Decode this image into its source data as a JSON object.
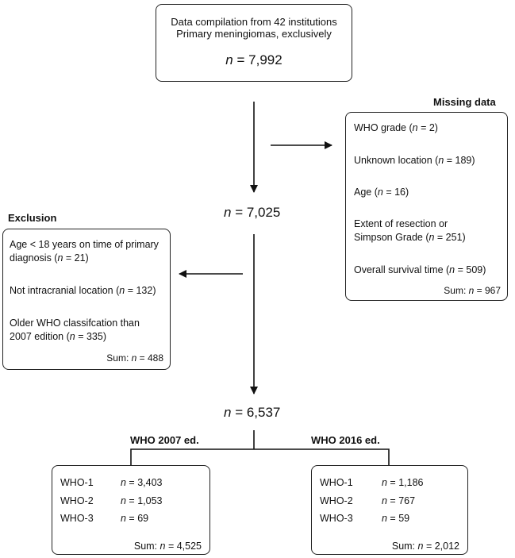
{
  "top": {
    "line1": "Data compilation from 42 institutions",
    "line2": "Primary meningiomas, exclusively",
    "n_label": "n",
    "n_value": " = 7,992"
  },
  "missing": {
    "heading": "Missing data",
    "items": [
      {
        "pre": "WHO grade (",
        "n": "n",
        "post": " = 2)"
      },
      {
        "pre": "Unknown location (",
        "n": "n",
        "post": " = 189)"
      },
      {
        "pre": "Age (",
        "n": "n",
        "post": " = 16)"
      },
      {
        "pre": "Extent of resection or",
        "n": "",
        "post": ""
      },
      {
        "pre": "Simpson Grade (",
        "n": "n",
        "post": " = 251)"
      },
      {
        "pre": "Overall survival time (",
        "n": "n",
        "post": " = 509)"
      }
    ],
    "sum": "Sum: n = 967"
  },
  "middle": {
    "n_label": "n",
    "n_value": " = 7,025"
  },
  "exclusion": {
    "heading": "Exclusion",
    "items": [
      {
        "pre": "Age < 18 years on time of primary",
        "n": "",
        "post": ""
      },
      {
        "pre": "diagnosis (",
        "n": "n",
        "post": " = 21)"
      },
      {
        "pre": "Not intracranial location (",
        "n": "n",
        "post": " = 132)"
      },
      {
        "pre": "Older WHO classifcation than",
        "n": "",
        "post": ""
      },
      {
        "pre": "2007 edition (",
        "n": "n",
        "post": "  = 335)"
      }
    ],
    "sum": "Sum: n = 488"
  },
  "lower": {
    "n_label": "n",
    "n_value": " = 6,537"
  },
  "who2007": {
    "heading": "WHO 2007 ed.",
    "rows": [
      {
        "grade": "WHO-1",
        "n": "n",
        "value": " = 3,403"
      },
      {
        "grade": "WHO-2",
        "n": "n",
        "value": " = 1,053"
      },
      {
        "grade": "WHO-3",
        "n": "n",
        "value": " = 69"
      }
    ],
    "sum_pre": "Sum: ",
    "sum_n": "n",
    "sum_post": " = 4,525"
  },
  "who2016": {
    "heading": "WHO 2016 ed.",
    "rows": [
      {
        "grade": "WHO-1",
        "n": "n",
        "value": " = 1,186"
      },
      {
        "grade": "WHO-2",
        "n": "n",
        "value": " = 767"
      },
      {
        "grade": "WHO-3",
        "n": "n",
        "value": " = 59"
      }
    ],
    "sum_pre": "Sum: ",
    "sum_n": "n",
    "sum_post": " = 2,012"
  }
}
